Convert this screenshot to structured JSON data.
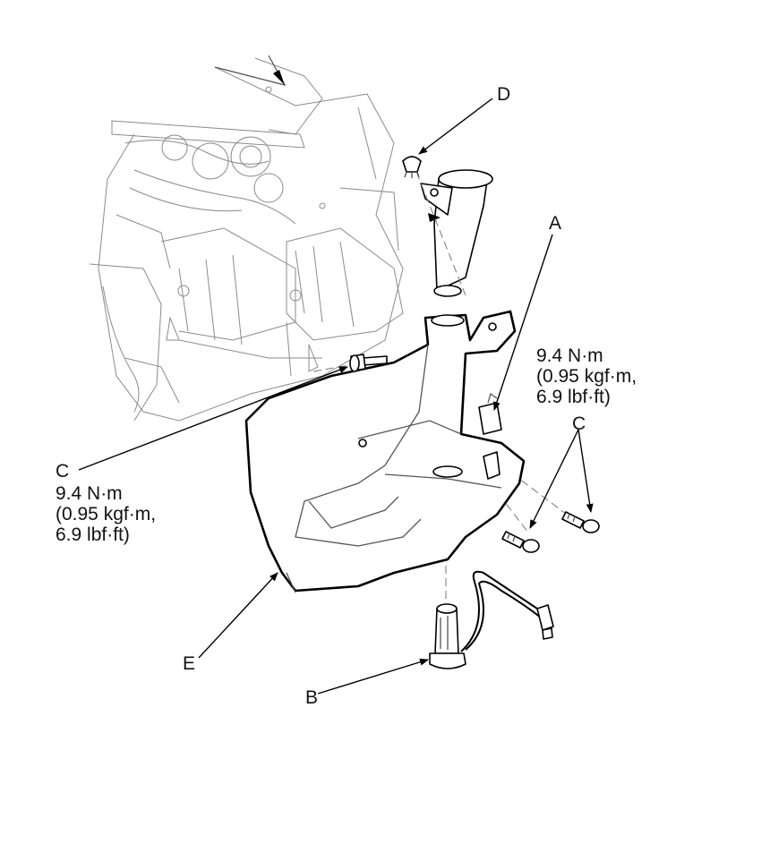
{
  "callouts": {
    "a": "A",
    "b": "B",
    "c_left": "C",
    "c_right": "C",
    "d": "D",
    "e": "E"
  },
  "torque_left": {
    "line1": "9.4 N·m",
    "line2": "(0.95 kgf·m,",
    "line3": "6.9 lbf·ft)"
  },
  "torque_right": {
    "line1": "9.4 N·m",
    "line2": "(0.95 kgf·m,",
    "line3": "6.9 lbf·ft)"
  }
}
